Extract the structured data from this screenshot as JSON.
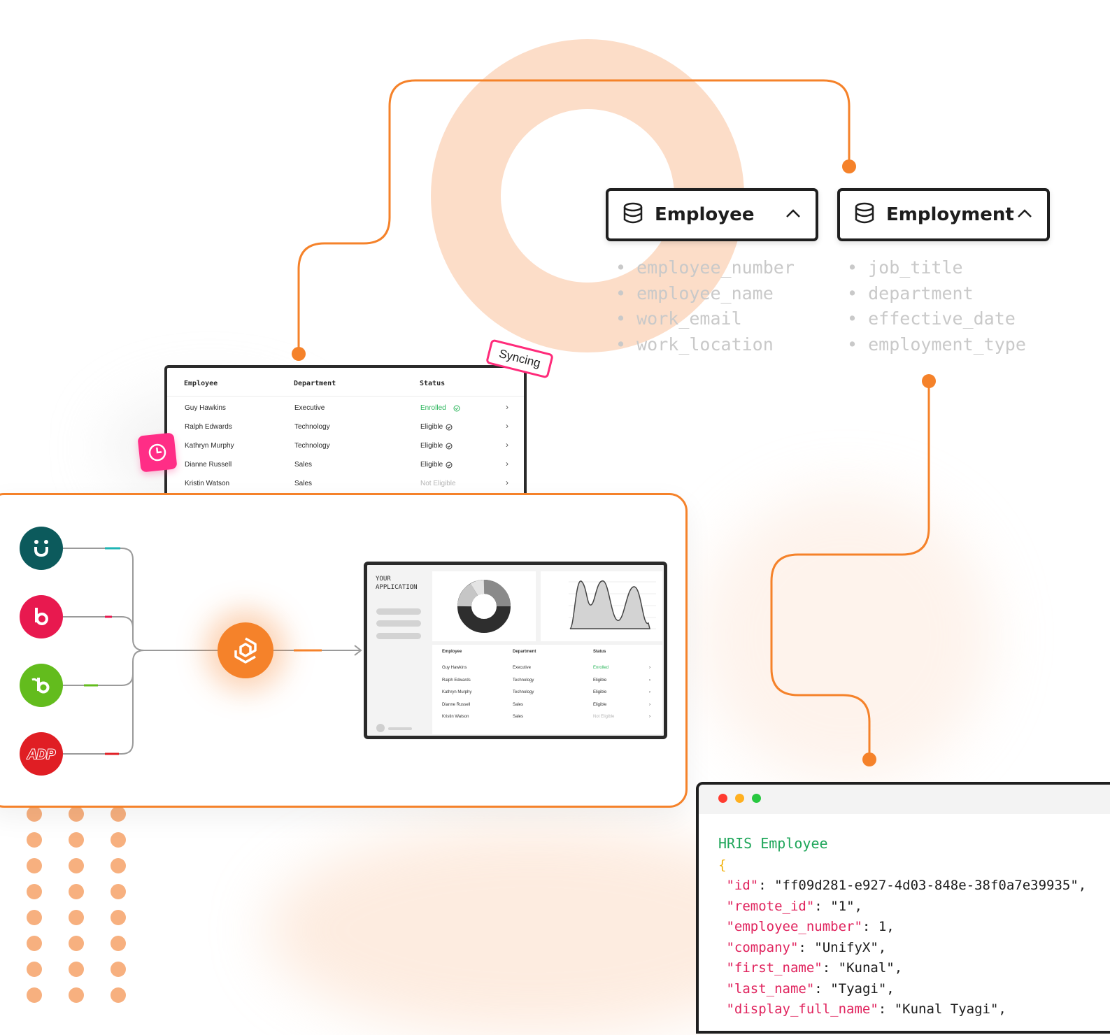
{
  "models": [
    {
      "title": "Employee",
      "fields": [
        "employee_number",
        "employee_name",
        "work_email",
        "work_location"
      ]
    },
    {
      "title": "Employment",
      "fields": [
        "job_title",
        "department",
        "effective_date",
        "employment_type"
      ]
    }
  ],
  "sync_badge": "Syncing",
  "table": {
    "headers": [
      "Employee",
      "Department",
      "Status"
    ],
    "rows": [
      {
        "employee": "Guy Hawkins",
        "department": "Executive",
        "status": "Enrolled"
      },
      {
        "employee": "Ralph Edwards",
        "department": "Technology",
        "status": "Eligible"
      },
      {
        "employee": "Kathryn Murphy",
        "department": "Technology",
        "status": "Eligible"
      },
      {
        "employee": "Dianne Russell",
        "department": "Sales",
        "status": "Eligible"
      },
      {
        "employee": "Kristin Watson",
        "department": "Sales",
        "status": "Not Eligible"
      }
    ]
  },
  "providers": [
    {
      "name": "ukg-logo-icon",
      "color": "#0c5a5c"
    },
    {
      "name": "bob-logo-icon",
      "color": "#e8194f"
    },
    {
      "name": "bamboohr-logo-icon",
      "color": "#63bc1d"
    },
    {
      "name": "adp-logo-icon",
      "color": "#e01e24"
    }
  ],
  "app_label": "YOUR\nAPPLICATION",
  "code_window": {
    "title": "HRIS Employee",
    "open_brace": "{",
    "entries": [
      {
        "key": "\"id\"",
        "value": "\"ff09d281-e927-4d03-848e-38f0a7e39935\","
      },
      {
        "key": "\"remote_id\"",
        "value": "\"1\","
      },
      {
        "key": "\"employee_number\"",
        "value": "1,"
      },
      {
        "key": "\"company\"",
        "value": "\"UnifyX\","
      },
      {
        "key": "\"first_name\"",
        "value": "\"Kunal\","
      },
      {
        "key": "\"last_name\"",
        "value": "\"Tyagi\","
      },
      {
        "key": "\"display_full_name\"",
        "value": "\"Kunal Tyagi\","
      }
    ]
  },
  "colors": {
    "accent": "#f5822a",
    "pink": "#ff2d86",
    "green": "#1fa65a",
    "key": "#e0245e"
  }
}
